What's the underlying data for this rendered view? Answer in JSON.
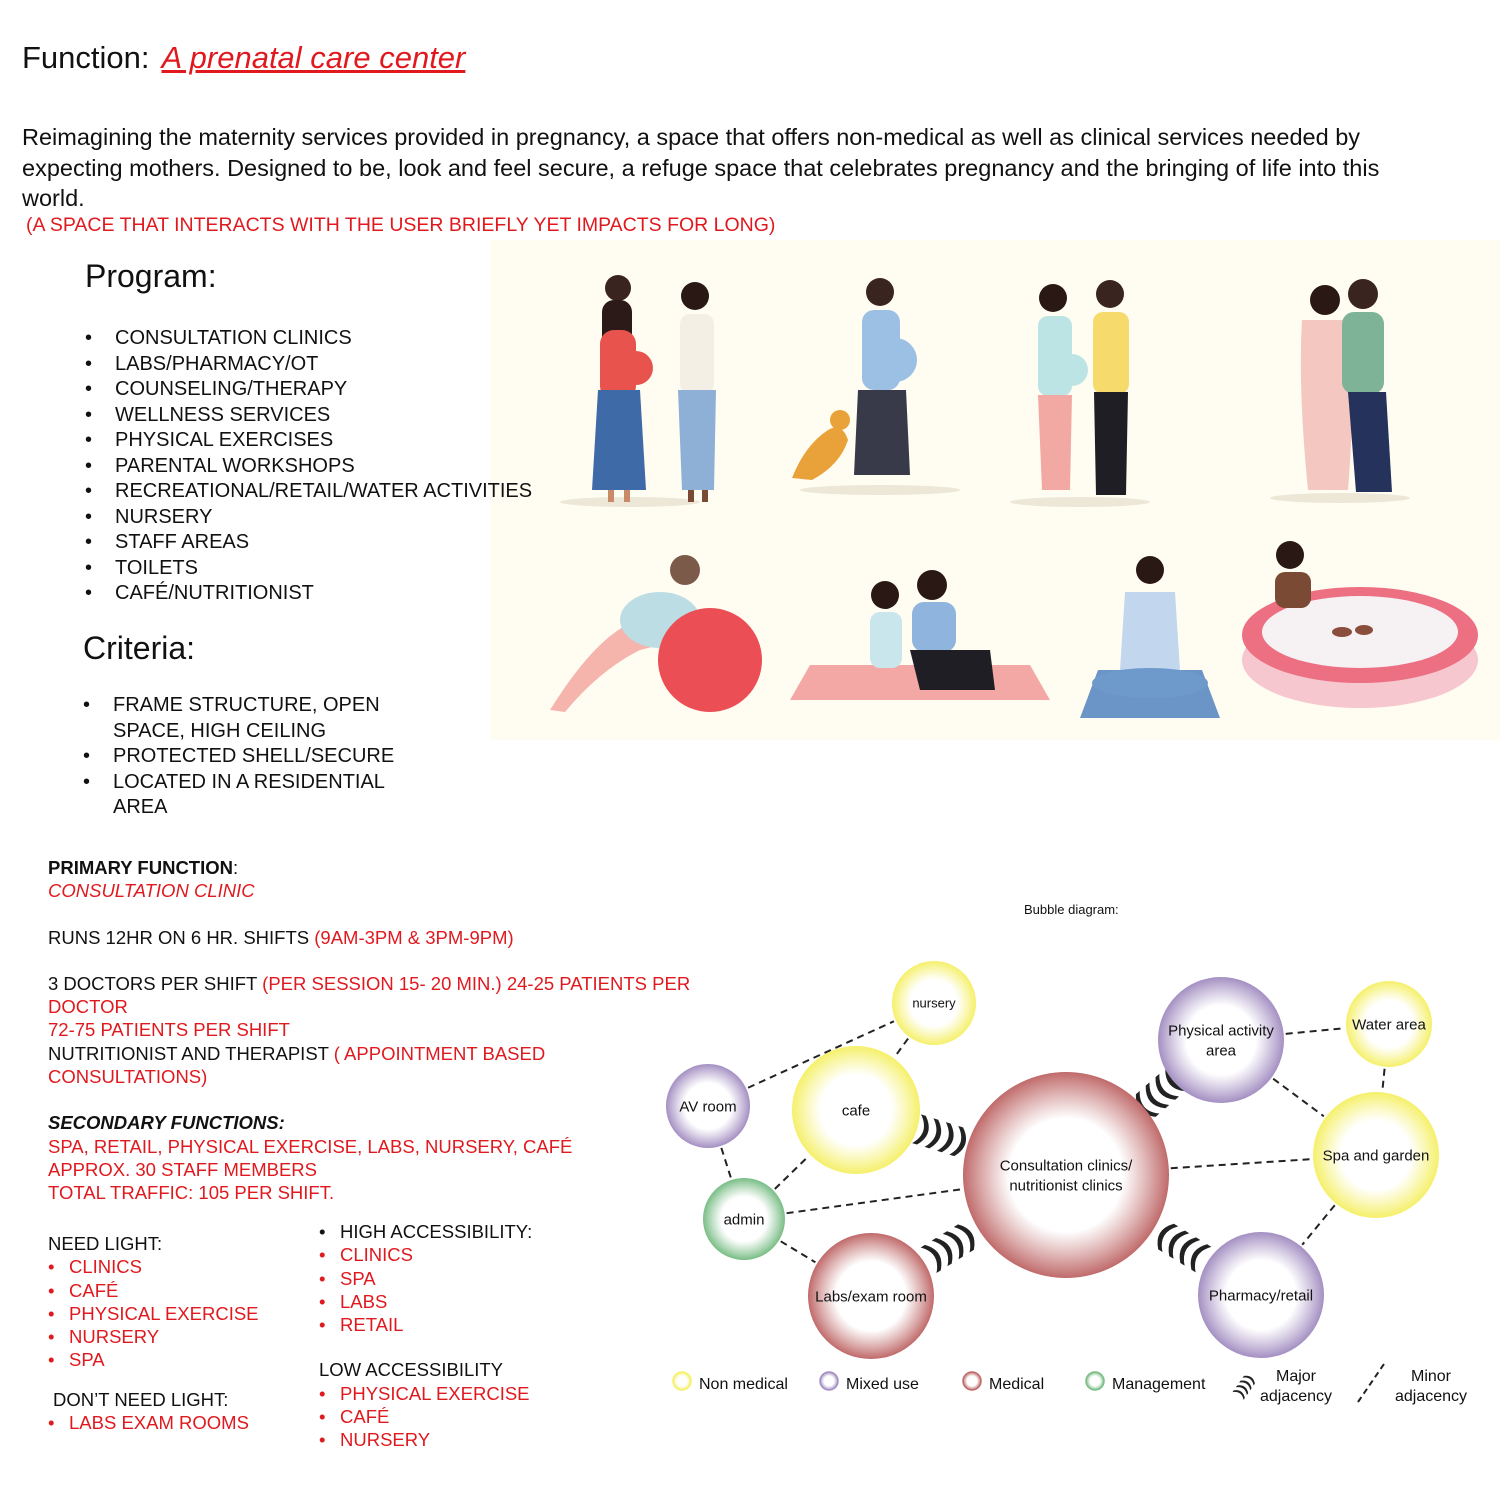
{
  "title": {
    "label": "Function:",
    "value": "A prenatal care center"
  },
  "intro": "Reimagining the maternity services provided in pregnancy, a space that offers non-medical as well as clinical services needed by expecting mothers. Designed to be, look and feel secure, a refuge space that celebrates pregnancy and the bringing of life into this world.",
  "tagline": "(A SPACE THAT INTERACTS WITH THE USER BRIEFLY YET IMPACTS FOR LONG)",
  "program": {
    "heading": "Program:",
    "items": [
      "CONSULTATION CLINICS",
      "LABS/PHARMACY/OT",
      "COUNSELING/THERAPY",
      "WELLNESS SERVICES",
      "PHYSICAL EXERCISES",
      "PARENTAL WORKSHOPS",
      "RECREATIONAL/RETAIL/WATER ACTIVITIES",
      "NURSERY",
      "STAFF AREAS",
      "TOILETS",
      "CAFÉ/NUTRITIONIST"
    ]
  },
  "criteria": {
    "heading": "Criteria:",
    "items": [
      "FRAME STRUCTURE, OPEN SPACE, HIGH CEILING",
      "PROTECTED SHELL/SECURE",
      "LOCATED IN A RESIDENTIAL AREA"
    ]
  },
  "primary": {
    "heading": "PRIMARY FUNCTION",
    "colon": ":",
    "value": "CONSULTATION CLINIC",
    "runs_a": "RUNS 12HR ON 6 HR. SHIFTS",
    "runs_b": "(9AM-3PM & 3PM-9PM)",
    "doctors_a": "3 DOCTORS PER SHIFT",
    "doctors_b": "(PER SESSION 15- 20 MIN.) 24-25 PATIENTS PER DOCTOR",
    "patients": "72-75 PATIENTS PER SHIFT",
    "nutri_a": "NUTRITIONIST AND THERAPIST",
    "nutri_b": "( APPOINTMENT BASED CONSULTATIONS)"
  },
  "secondary": {
    "heading": "SECONDARY FUNCTIONS:",
    "lines": [
      "SPA, RETAIL, PHYSICAL EXERCISE, LABS, NURSERY, CAFÉ",
      "APPROX. 30 STAFF MEMBERS",
      "TOTAL TRAFFIC: 105 PER SHIFT."
    ]
  },
  "need_light": {
    "heading": "NEED LIGHT:",
    "items": [
      "CLINICS",
      "CAFÉ",
      "PHYSICAL EXERCISE",
      "NURSERY",
      "SPA"
    ]
  },
  "dont_need_light": {
    "heading": "DON’T NEED LIGHT:",
    "items": [
      "LABS EXAM ROOMS"
    ]
  },
  "high_access": {
    "heading": "HIGH ACCESSIBILITY:",
    "items": [
      "CLINICS",
      "SPA",
      "LABS",
      "RETAIL"
    ]
  },
  "low_access": {
    "heading": "LOW ACCESSIBILITY",
    "items": [
      "PHYSICAL EXERCISE",
      "CAFÉ",
      "NURSERY"
    ]
  },
  "colors": {
    "accent_red": "#e0191f",
    "non_medical": "#f5f06a",
    "mixed_use": "#a48fc2",
    "medical": "#c06a6a",
    "management": "#79bd85"
  },
  "bubble": {
    "caption": "Bubble diagram:",
    "nodes": [
      {
        "id": "nursery",
        "lines": [
          "nursery"
        ],
        "cat": "non_medical"
      },
      {
        "id": "cafe",
        "lines": [
          "cafe"
        ],
        "cat": "non_medical"
      },
      {
        "id": "av",
        "lines": [
          "AV room"
        ],
        "cat": "mixed_use"
      },
      {
        "id": "admin",
        "lines": [
          "admin"
        ],
        "cat": "management"
      },
      {
        "id": "consult",
        "lines": [
          "Consultation clinics/",
          "nutritionist clinics"
        ],
        "cat": "medical"
      },
      {
        "id": "labs",
        "lines": [
          "Labs/exam room"
        ],
        "cat": "medical"
      },
      {
        "id": "phys",
        "lines": [
          "Physical activity",
          "area"
        ],
        "cat": "mixed_use"
      },
      {
        "id": "water",
        "lines": [
          "Water area"
        ],
        "cat": "non_medical"
      },
      {
        "id": "spa",
        "lines": [
          "Spa and garden"
        ],
        "cat": "non_medical"
      },
      {
        "id": "pharm",
        "lines": [
          "Pharmacy/retail"
        ],
        "cat": "mixed_use"
      }
    ],
    "minor_links": [
      [
        "av",
        "nursery"
      ],
      [
        "nursery",
        "cafe"
      ],
      [
        "av",
        "admin"
      ],
      [
        "admin",
        "cafe"
      ],
      [
        "admin",
        "labs"
      ],
      [
        "admin",
        "consult"
      ],
      [
        "phys",
        "water"
      ],
      [
        "water",
        "spa"
      ],
      [
        "phys",
        "spa"
      ],
      [
        "consult",
        "spa"
      ],
      [
        "spa",
        "pharm"
      ]
    ],
    "major_links": [
      [
        "consult",
        "cafe"
      ],
      [
        "consult",
        "labs"
      ],
      [
        "consult",
        "phys"
      ],
      [
        "consult",
        "pharm"
      ]
    ],
    "legend": [
      {
        "label": "Non medical",
        "type": "circle",
        "cat": "non_medical"
      },
      {
        "label": "Mixed use",
        "type": "circle",
        "cat": "mixed_use"
      },
      {
        "label": "Medical",
        "type": "circle",
        "cat": "medical"
      },
      {
        "label": "Management",
        "type": "circle",
        "cat": "management"
      },
      {
        "label": "Major adjacency",
        "type": "major"
      },
      {
        "label": "Minor adjacency",
        "type": "minor"
      }
    ]
  }
}
